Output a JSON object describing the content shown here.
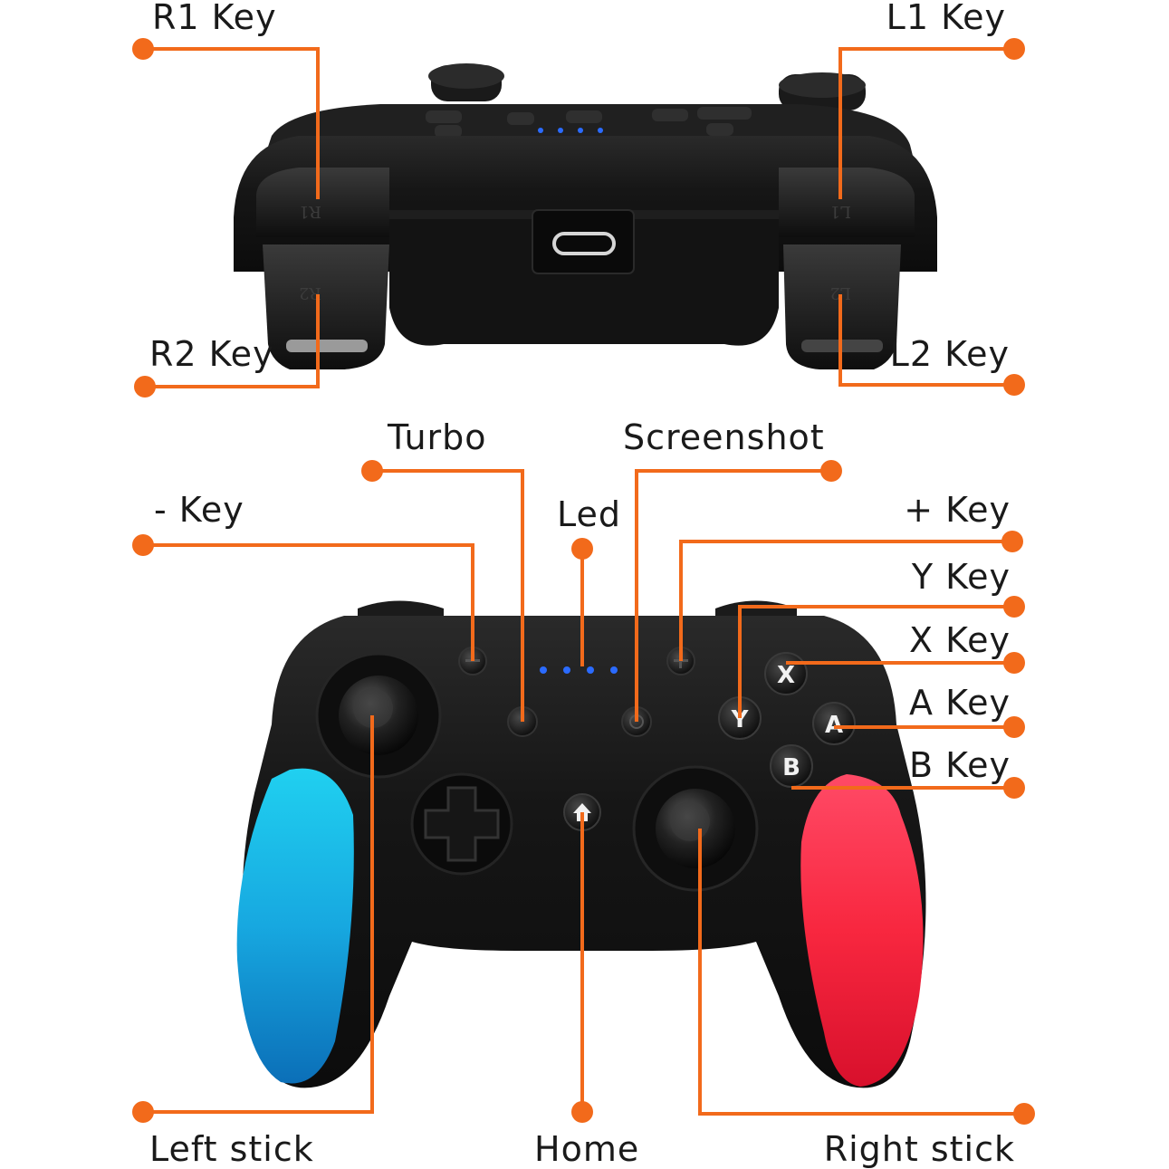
{
  "colors": {
    "callout": "#f26a1b",
    "body": "#141414",
    "body_edge": "#2a2a2a",
    "grip_left": "#1aa6e0",
    "grip_right": "#f2294a",
    "led": "#2b6bff"
  },
  "top_view": {
    "controller_name": "rear-view-controller",
    "labels": {
      "r1": "R1 Key",
      "l1": "L1 Key",
      "r2": "R2 Key",
      "l2": "L2 Key"
    },
    "trigger_marks": {
      "r1": "R1",
      "l1": "L1",
      "r2": "R2",
      "l2": "L2"
    },
    "port_icon": "usb-c-port-icon",
    "led_count": 4
  },
  "front_view": {
    "labels": {
      "turbo": "Turbo",
      "screenshot": "Screenshot",
      "minus": "- Key",
      "led": "Led",
      "plus": "+ Key",
      "y": "Y Key",
      "x": "X Key",
      "a": "A Key",
      "b": "B Key",
      "left_stick": "Left stick",
      "home": "Home",
      "right_stick": "Right stick"
    },
    "face_buttons": {
      "x": "X",
      "y": "Y",
      "a": "A",
      "b": "B"
    },
    "home_icon": "home-icon",
    "dpad_icon": "dpad-icon",
    "led_count": 4
  }
}
